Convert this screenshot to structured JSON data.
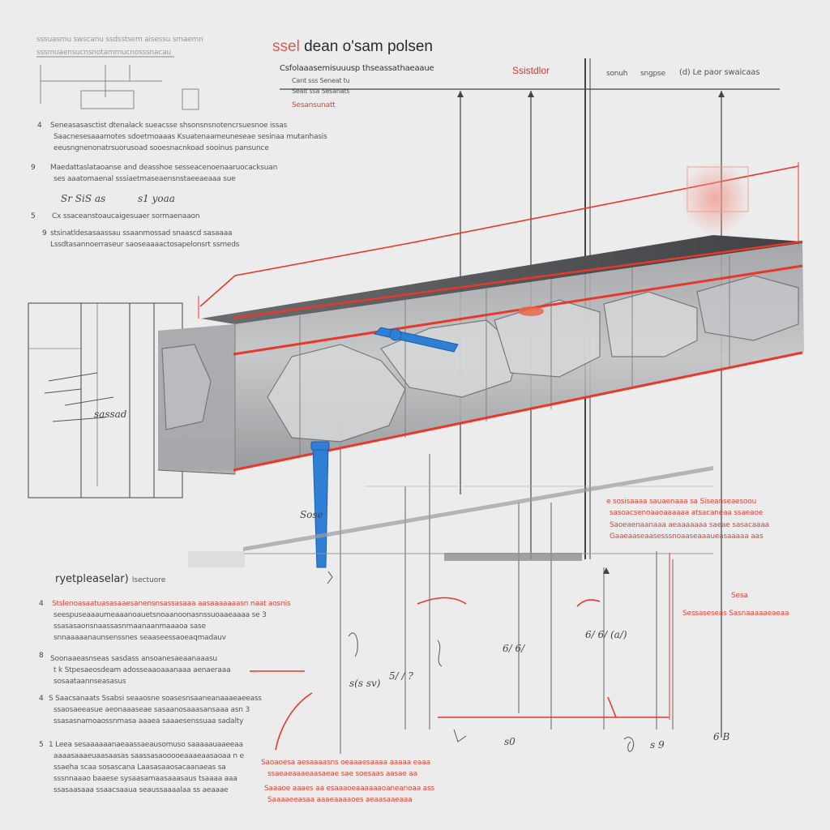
{
  "title": {
    "first_word": "ssel",
    "rest": "dean o'sam polsen"
  },
  "top_left_header": {
    "line1": "sssuasmu swscanu ssdsstsem aisessu smaemn",
    "line2": "sssmuaensucnsnotammucnosssnacau"
  },
  "spec_block": {
    "heading": "Csfolaaasemisuuusp thseassathaeaaue",
    "line1": "Cant sss Seneat tu",
    "line2": "Sealt ssa Sesanats",
    "line3": "Sesansunatt"
  },
  "top_right": {
    "red_label": "Ssistdlor",
    "labels": [
      "sonuh",
      "sngpse",
      "(d) Le paor swaicaas"
    ]
  },
  "notes_upper": [
    {
      "num": "4",
      "lines": [
        "Seneasasasctist dtenalack sueacsse shsonsnsnotencrsuesnoe issas",
        "Saacnesesaaamotes sdoetmoaaas Ksuatenaameuneseae sesinaa mutanhasis",
        "eeusngnenonatrsuorusoad sooesnacnkoad sooinus pansunce"
      ]
    },
    {
      "num": "9",
      "lines": [
        "Maedattaslataoanse and deasshoe sesseacenoenaaruocacksuan",
        "ses aaatomaenal sssiaetmaseaensnstaeeaeaaa sue"
      ]
    },
    {
      "num": "5",
      "lines": [
        "Cx ssaceanstoaucaigesuaer sormaenaaon"
      ]
    },
    {
      "num": "9",
      "lines": [
        "stsinatldesasaassau ssaanmossad snaascd sasaaaa",
        "Lssdtasannoerraseur saoseaaaactosapelonsrt ssmeds"
      ]
    }
  ],
  "upper_hand_notes": [
    "Sr SiS as",
    "s1 yoaa"
  ],
  "lower_section": {
    "heading": "ryetpleaselar)",
    "heading_small": "lsectuore"
  },
  "notes_lower": [
    {
      "num": "4",
      "lines": [
        "Stslenoasaatuasasaaesanensnsassasaaa aasaaaaaaasn naat aosnis",
        "seespuseaaaumeaaanoauetsnoaanoonasnssuoaaeaaaa se 3",
        "ssasasaonsnaassasnmaanaanmaaaoa sase",
        "snnaaaaanaunsenssnes seaaseessaoeaqmadauv"
      ]
    },
    {
      "num": "8",
      "lines": [
        "Soonaaeasnseas sasdass ansoanesaeaanaaasu",
        "t k Stpesaeosdeam adosseaaoaaanaaa aenaeraaa",
        "sosaataannseasasus"
      ]
    },
    {
      "num": "4",
      "lines": [
        "S Saacsanaats Ssabsi seaaosne soasesnsaaneanaaaeaeeass",
        "ssaosaeeasue aeonaaaseae sasaanosaaasansaaa asn 3",
        "ssasasnamoaossnmasa aaaea saaaesenssuaa sadalty"
      ]
    },
    {
      "num": "5",
      "lines": [
        "1 Leea sesaaaaaanaeaassaeausomuso saaaaauaaeeaa",
        "aaaasaaaeuaasaasas saassasaooooeaaaeaasaoaa n e",
        "ssaeha scaa sosascana Laasasaaosacaanaeas sa",
        "sssnnaaao baaese sysaasamaasaaasaus tsaaaa aaa",
        "ssasaasaaa ssaacsaaua seaussaaaalaa ss aeaaae"
      ]
    }
  ],
  "right_red_notes": [
    "e sosisaaaa sauaenaaa sa Siseanseaesoou",
    "sasoacsenoaaoaaaaaa atsacaneaa ssaeaoe",
    "Saoeaenaanaaa aeaaaaaaa saeae sasacaaaa",
    "Gaaeaaseaasesssnoaaseaaaueasaaaaa aas"
  ],
  "right_red_small": {
    "label": "Sesa",
    "line": "Sessaseseas Sasnaaaaaeaeaa"
  },
  "bottom_red_notes": [
    "Saoaoesa aesaaaasns oeaaaesaaaa aaaaa eaaa",
    "ssaeaeaaaeaasaeae sae soesaas aasae aa",
    "Saaaoe aaaes aa esaaaoeaaaaaaoaneanoaa ass",
    "Saaaaeeasaa aaaeaaaaoes aeaasaaeaaa"
  ],
  "hand_labels": [
    "6/ 6/",
    "6/ 6/ (a/)",
    "s(s sv)",
    "5/ / ?",
    "s 9",
    "s0",
    "6 B",
    "sassad",
    "Sose"
  ],
  "colors": {
    "red": "#e8382a",
    "blue": "#2f7fd6",
    "beam_dark": "#5b5d60",
    "beam_light": "#c8c9cb",
    "line": "#555555"
  }
}
